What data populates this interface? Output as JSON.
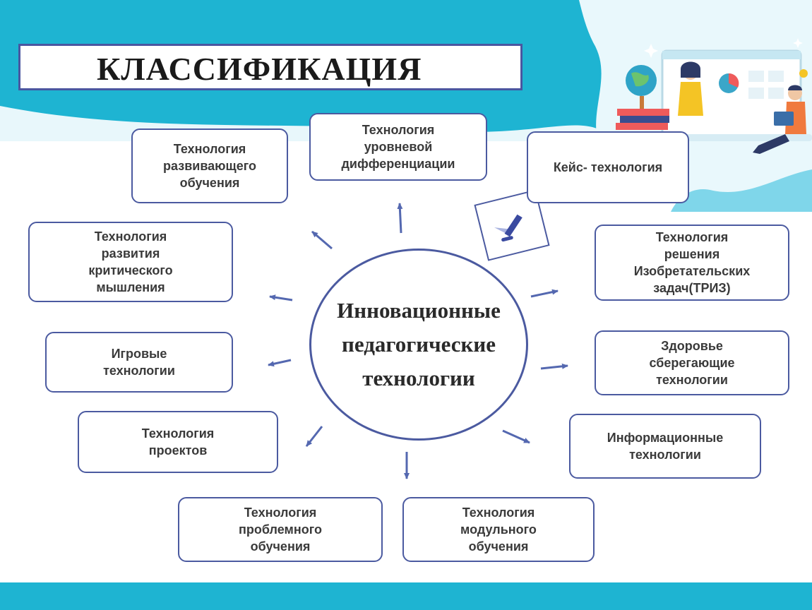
{
  "title": "КЛАССИФИКАЦИЯ",
  "center": "Инновационные\nпедагогические\nтехнологии",
  "boxes": {
    "razvivayushchee": "Технология\nразвивающего\nобучения",
    "urovnevaya": "Технология\nуровневой\nдифференциации",
    "keis": "Кейс- технология",
    "kriticheskoe": "Технология\nразвития\nкритического\nмышления",
    "triz": "Технология\nрешения\nИзобретательских\nзадач(ТРИЗ)",
    "igrovye": "Игровые\nтехнологии",
    "zdorovye": "Здоровье\nсберегающие\nтехнологии",
    "proekty": "Технология\nпроектов",
    "informatsionnye": "Информационные\nтехнологии",
    "problemnoe": "Технология\nпроблемного\nобучения",
    "modulnoe": "Технология\nмодульного\nобучения"
  },
  "colors": {
    "teal": "#1eb4d2",
    "light_teal": "#dff5fa",
    "border": "#4b5aa0",
    "arrow": "#5468b0"
  }
}
